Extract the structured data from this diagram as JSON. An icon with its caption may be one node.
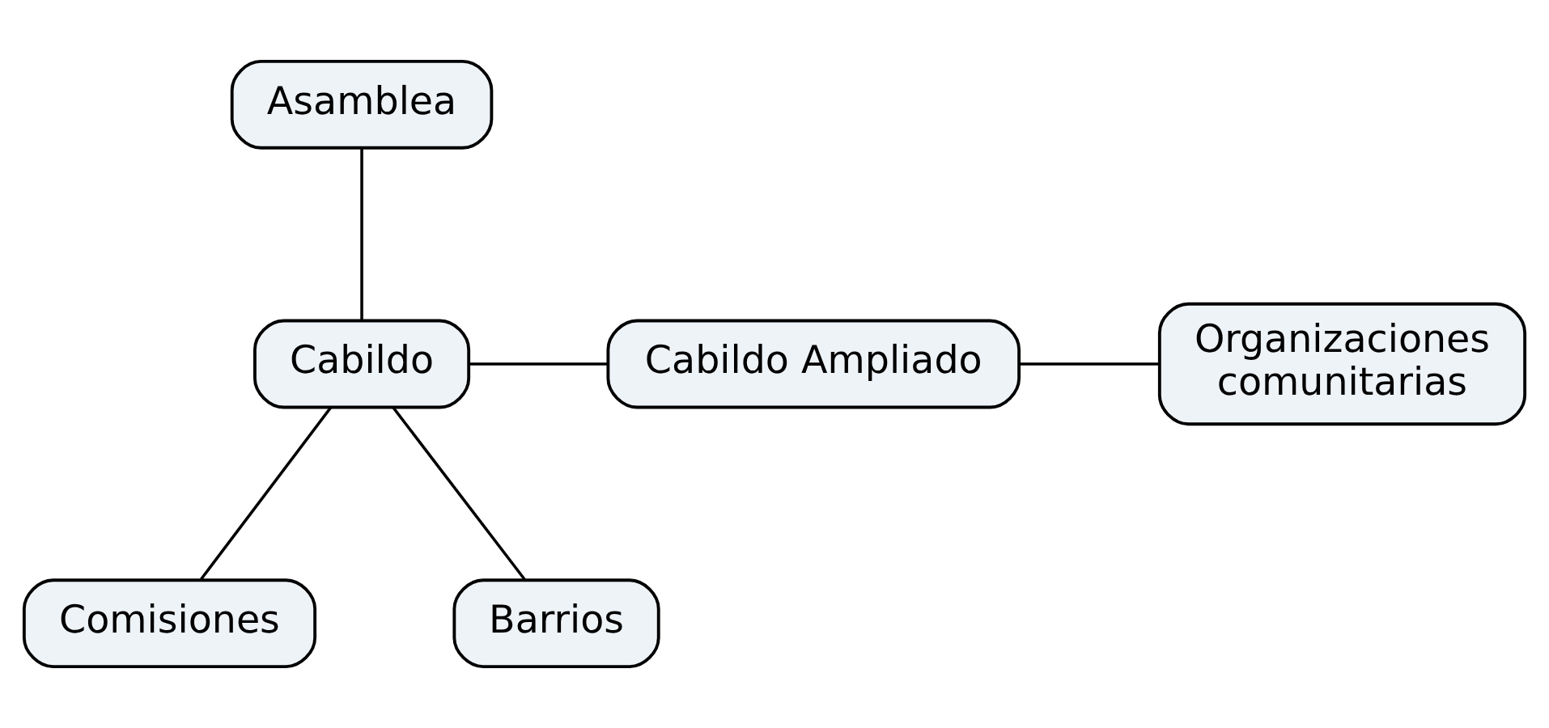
{
  "diagram": {
    "nodes": [
      {
        "text": [
          "Asamblea"
        ]
      },
      {
        "text": [
          "Cabildo"
        ]
      },
      {
        "text": [
          "Cabildo Ampliado"
        ]
      },
      {
        "text": [
          "Organizaciones comunitarias"
        ]
      },
      {
        "text": [
          "Comisiones"
        ]
      },
      {
        "text": [
          "Barrios"
        ]
      }
    ],
    "edges": [
      {
        "from": 0,
        "to": 1,
        "arrow": "none"
      },
      {
        "from": 1,
        "to": 2,
        "arrow": "none"
      },
      {
        "from": 2,
        "to": 3,
        "arrow": "none"
      },
      {
        "from": 1,
        "to": 4,
        "arrow": "none"
      },
      {
        "from": 1,
        "to": 5,
        "arrow": "none"
      }
    ]
  }
}
